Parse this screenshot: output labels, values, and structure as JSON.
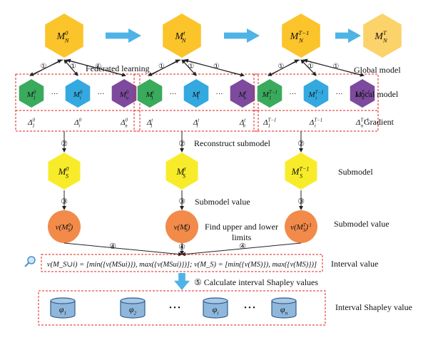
{
  "global_models": [
    "M_N^0",
    "M_N^t",
    "M_N^{T-1}",
    "M_N^T"
  ],
  "global_model_display": [
    {
      "base": "M",
      "sub": "N",
      "sup": "0"
    },
    {
      "base": "M",
      "sub": "N",
      "sup": "t"
    },
    {
      "base": "M",
      "sub": "N",
      "sup": "T−1"
    },
    {
      "base": "M",
      "sub": "N",
      "sup": "T"
    }
  ],
  "groups": [
    {
      "local": [
        {
          "sub": "1",
          "sup": "0",
          "color": "#3aaa5c"
        },
        {
          "sub": "i",
          "sup": "0",
          "color": "#33a9e0"
        },
        {
          "sub": "n",
          "sup": "0",
          "color": "#7d4a9e"
        }
      ],
      "gradients": [
        {
          "sub": "1",
          "sup": "0"
        },
        {
          "sub": "i",
          "sup": "0"
        },
        {
          "sub": "n",
          "sup": "0"
        }
      ],
      "submodel": {
        "sub": "S",
        "sup": "0"
      },
      "value": {
        "sub": "S",
        "sup": "0"
      }
    },
    {
      "local": [
        {
          "sub": "1",
          "sup": "t",
          "color": "#3aaa5c"
        },
        {
          "sub": "i",
          "sup": "t",
          "color": "#33a9e0"
        },
        {
          "sub": "n",
          "sup": "t",
          "color": "#7d4a9e"
        }
      ],
      "gradients": [
        {
          "sub": "1",
          "sup": "t"
        },
        {
          "sub": "i",
          "sup": "t"
        },
        {
          "sub": "n",
          "sup": "t"
        }
      ],
      "submodel": {
        "sub": "S",
        "sup": "t"
      },
      "value": {
        "sub": "S",
        "sup": "t"
      }
    },
    {
      "local": [
        {
          "sub": "1",
          "sup": "T−1",
          "color": "#3aaa5c"
        },
        {
          "sub": "i",
          "sup": "T−1",
          "color": "#33a9e0"
        },
        {
          "sub": "n",
          "sup": "T−1",
          "color": "#7d4a9e"
        }
      ],
      "gradients": [
        {
          "sub": "1",
          "sup": "T−1"
        },
        {
          "sub": "i",
          "sup": "T−1"
        },
        {
          "sub": "n",
          "sup": "T−1"
        }
      ],
      "submodel": {
        "sub": "S",
        "sup": "T−1"
      },
      "value": {
        "sub": "S",
        "sup": "T−1"
      }
    }
  ],
  "labels": {
    "federated_learning": "Federated learning",
    "global_model": "Global model",
    "local_model": "Local model",
    "gradient": "Gradient",
    "reconstruct_submodel": "Reconstruct submodel",
    "submodel": "Submodel",
    "submodel_value_mid": "Submodel value",
    "submodel_value_right": "Submodel value",
    "find_limits_line1": "Find upper and lower",
    "find_limits_line2": "limits",
    "interval_value": "Interval value",
    "calc_shapley": "Calculate interval Shapley values",
    "interval_shapley_value": "Interval Shapley value"
  },
  "steps": {
    "s1": "①",
    "s2": "②",
    "s3": "③",
    "s4": "④",
    "s5": "⑤"
  },
  "dots": "···",
  "big_dots": "• • •",
  "interval_formula": "v(M_Sui) = [min({v(M^t_Sui)}), max({v(M^t_Sui)})]; v(M_S) = [min({v(M^t_S)}), max({v(M^t_S)})]",
  "formula_parts": {
    "v": "v",
    "M": "M",
    "Sui": "S∪i",
    "S": "S",
    "t": "t",
    "eq": " = [min({",
    "mid": "}), max({",
    "end": "})]; ",
    "end2": "})]",
    "open": "(",
    "close": ")",
    "close2": ")}",
    "v_open": "v("
  },
  "shapley": [
    {
      "sub": "1"
    },
    {
      "sub": "2"
    },
    {
      "sub": "i"
    },
    {
      "sub": "n"
    }
  ],
  "shapley_base": "φ",
  "colors": {
    "global_yellow": "#fcc42b",
    "global_light": "#fcd26a",
    "sub_yellow": "#f8ec2a",
    "value_orange": "#f28a4a",
    "arrow_blue": "#4fb3e5",
    "dashed_red": "#e0201e",
    "cyl_blue": "#8fb7dc"
  },
  "icons": {
    "magnifier": "magnifier-icon"
  }
}
